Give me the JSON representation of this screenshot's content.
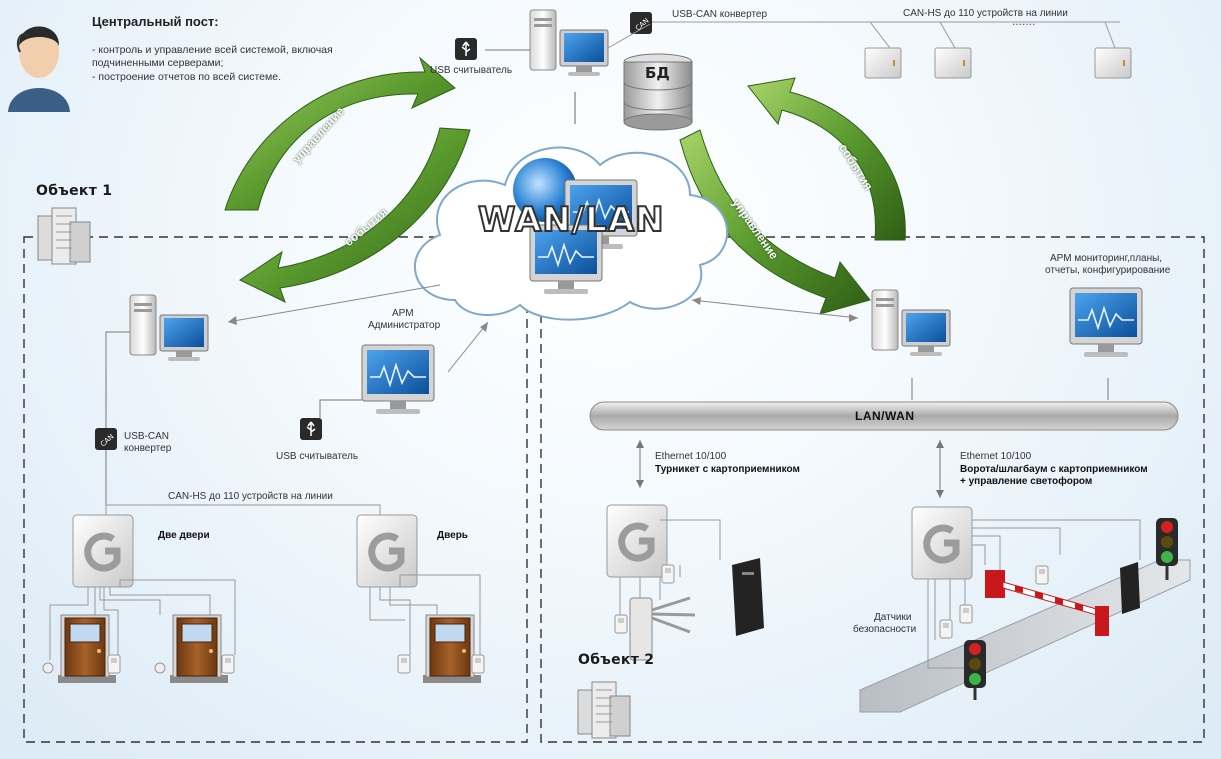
{
  "central_post": {
    "title": "Центральный пост:",
    "lines": [
      "- контроль и управление всей системой, включая",
      "подчиненными серверами;",
      "- построение отчетов по всей системе."
    ]
  },
  "top": {
    "usb_reader": "USB считыватель",
    "usb_can": "USB-CAN конвертер",
    "can_hs": "CAN-HS  до 110 устройств на линии",
    "db": "БД"
  },
  "network": {
    "wan_lan": "WAN/LAN",
    "lan_wan": "LAN/WAN"
  },
  "arrows": {
    "left_control": "управление",
    "left_events": "события",
    "right_control": "управление",
    "right_events": "события"
  },
  "object1": {
    "title": "Объект 1",
    "admin_label_1": "АРМ",
    "admin_label_2": "Администратор",
    "usb_reader": "USB считыватель",
    "usb_can_1": "USB-CAN",
    "usb_can_2": "конвертер",
    "can_hs": "CAN-HS  до 110 устройств на линии",
    "two_doors": "Две двери",
    "one_door": "Дверь"
  },
  "object2": {
    "title": "Объект 2",
    "arm_line_1": "АРМ мониторинг,планы,",
    "arm_line_2": "отчеты, конфигурирование",
    "eth_left": "Ethernet 10/100",
    "turnstile": "Турникет с картоприемником",
    "eth_right": "Ethernet 10/100",
    "gate_1": "Ворота/шлагбаум с картоприемником",
    "gate_2": "+ управление светофором",
    "sensors_1": "Датчики",
    "sensors_2": "безопасности"
  },
  "colors": {
    "arrow_green": "#5a9a2e",
    "arrow_dark": "#3d6b1c",
    "monitor_blue": "#1d6fc1",
    "door_brown": "#8a4b1c",
    "signal_red": "#d42020",
    "signal_green": "#3cb44a"
  }
}
